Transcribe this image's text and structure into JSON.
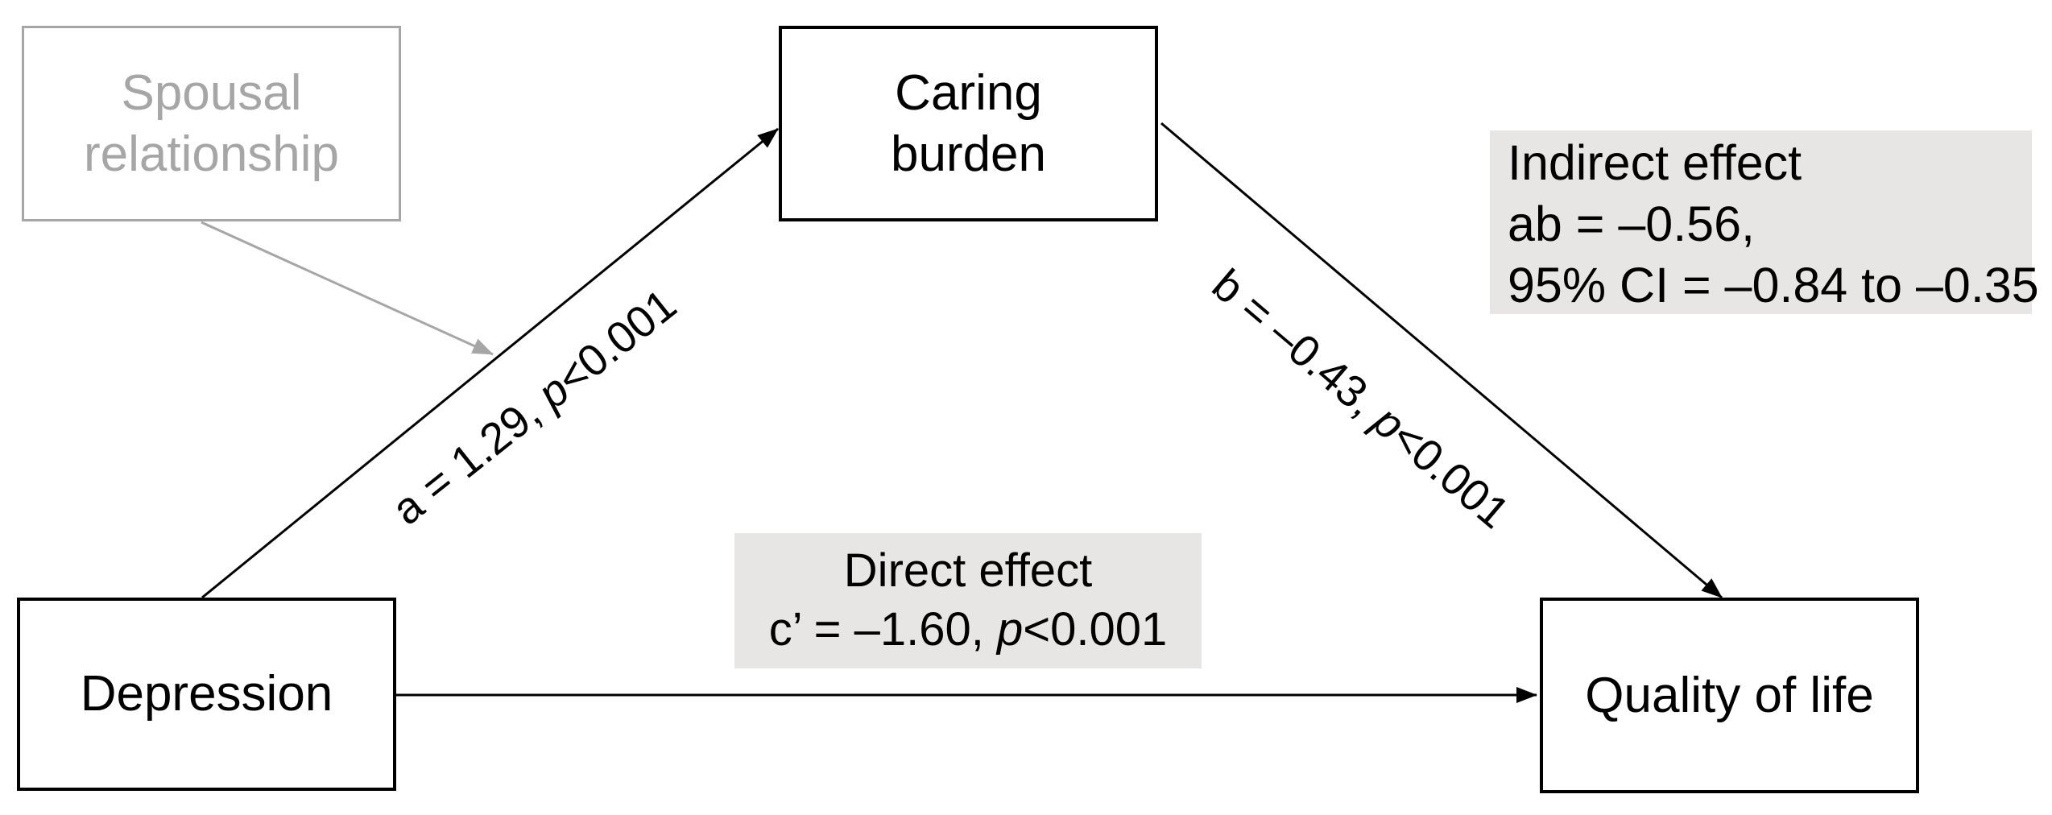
{
  "colors": {
    "muted_gray": "#a6a6a6",
    "effect_box_bg": "#e8e6e4",
    "line_black": "#000000"
  },
  "nodes": {
    "spousal": {
      "line1": "Spousal",
      "line2": "relationship"
    },
    "caring": {
      "line1": "Caring",
      "line2": "burden"
    },
    "depression": {
      "label": "Depression"
    },
    "quality_of_life": {
      "label": "Quality of life"
    }
  },
  "edges": {
    "a": {
      "coef": "a = 1.29,",
      "p_symbol": "p",
      "p_value": "<0.001"
    },
    "b": {
      "coef": "b = –0.43,",
      "p_symbol": "p",
      "p_value": "<0.001"
    },
    "direct": {
      "title": "Direct effect",
      "coef": "c’ = –1.60,",
      "p_symbol": "p",
      "p_value": "<0.001"
    },
    "indirect": {
      "title": "Indirect effect",
      "line2": "ab = –0.56,",
      "line3": "95% CI = –0.84 to –0.35"
    }
  }
}
